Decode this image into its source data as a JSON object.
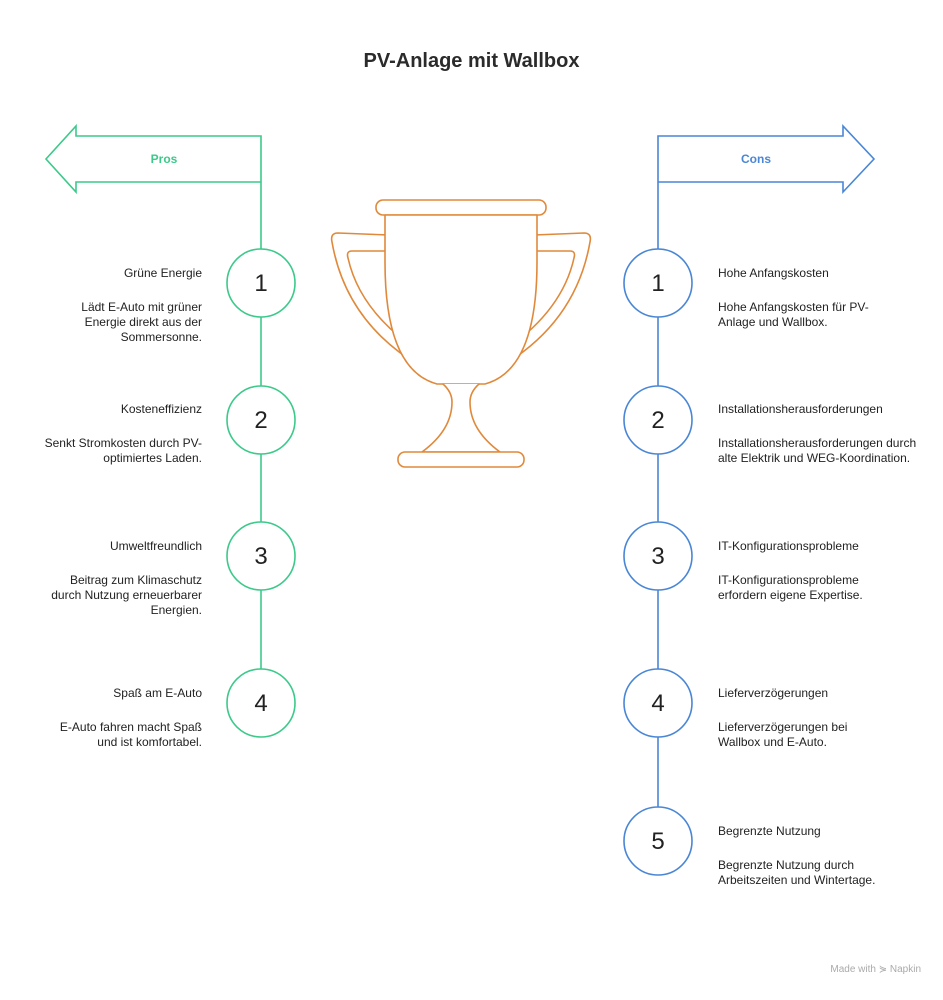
{
  "title": "PV-Anlage mit Wallbox",
  "colors": {
    "pros": "#3cc98a",
    "cons": "#4a86d6",
    "trophy": "#e0893a"
  },
  "pros": {
    "label": "Pros",
    "items": [
      {
        "number": "1",
        "title": "Grüne Energie",
        "description": "Lädt E-Auto mit grüner Energie direkt aus der Sommersonne."
      },
      {
        "number": "2",
        "title": "Kosteneffizienz",
        "description": "Senkt Stromkosten durch PV-optimiertes Laden."
      },
      {
        "number": "3",
        "title": "Umweltfreundlich",
        "description": "Beitrag zum Klimaschutz durch Nutzung erneuerbarer Energien."
      },
      {
        "number": "4",
        "title": "Spaß am E-Auto",
        "description": "E-Auto fahren macht Spaß und ist komfortabel."
      }
    ]
  },
  "cons": {
    "label": "Cons",
    "items": [
      {
        "number": "1",
        "title": "Hohe Anfangskosten",
        "description": "Hohe Anfangskosten für PV-Anlage und Wallbox."
      },
      {
        "number": "2",
        "title": "Installationsherausforderungen",
        "description": "Installationsherausforderungen durch alte Elektrik und WEG-Koordination."
      },
      {
        "number": "3",
        "title": "IT-Konfigurationsprobleme",
        "description": "IT-Konfigurationsprobleme erfordern eigene Expertise."
      },
      {
        "number": "4",
        "title": "Lieferverzögerungen",
        "description": "Lieferverzögerungen bei Wallbox und E-Auto."
      },
      {
        "number": "5",
        "title": "Begrenzte Nutzung",
        "description": "Begrenzte Nutzung durch Arbeitszeiten und Wintertage."
      }
    ]
  },
  "footer": "Made with ⋟ Napkin",
  "icons": {
    "trophy": "trophy-icon",
    "pros_arrow": "left-arrow-banner",
    "cons_arrow": "right-arrow-banner"
  }
}
